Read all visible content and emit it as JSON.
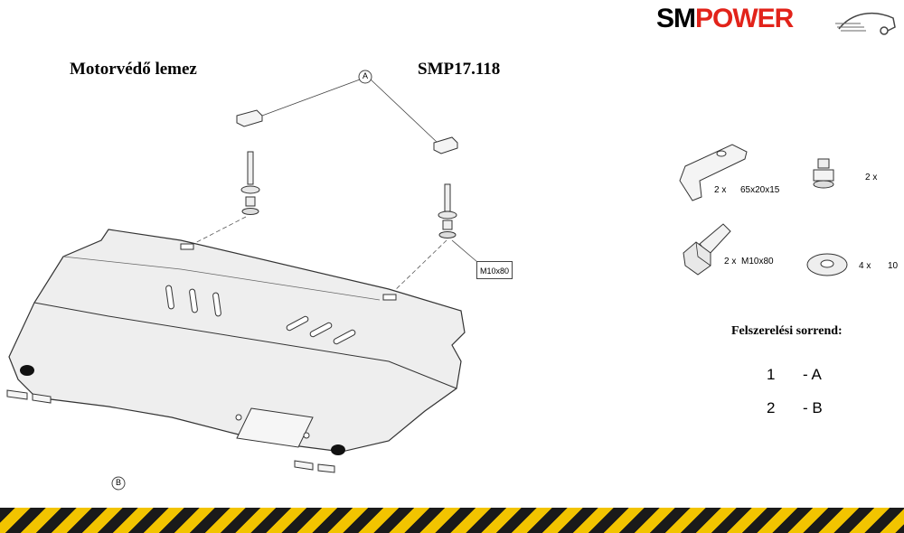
{
  "brand": {
    "logo_sm": "SM",
    "logo_power": "POWER",
    "accent": "#e2231a"
  },
  "header": {
    "product_name": "Motorvédő lemez",
    "part_code": "SMP17.118"
  },
  "callouts": {
    "a": "A",
    "b": "B",
    "bolt_label": "M10x80"
  },
  "parts": [
    {
      "qty": "2 x",
      "spec": "65x20x15"
    },
    {
      "qty": "2 x",
      "spec": ""
    },
    {
      "qty": "2 x",
      "spec": "M10x80"
    },
    {
      "qty": "4 x",
      "spec": "10"
    }
  ],
  "sequence": {
    "title": "Felszerelési sorrend:",
    "steps": [
      {
        "num": "1",
        "label": "- A"
      },
      {
        "num": "2",
        "label": "- B"
      }
    ]
  },
  "colors": {
    "plate": "#efefef",
    "line": "#555555",
    "stripe_dark": "#1a1a1a",
    "stripe_yellow": "#f2c400"
  }
}
